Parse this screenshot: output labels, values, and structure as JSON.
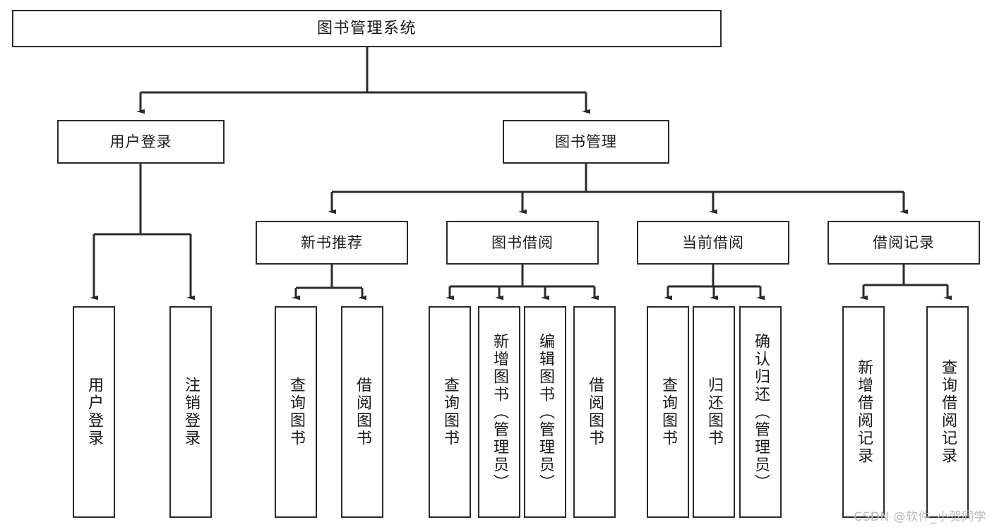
{
  "diagram": {
    "title": "图书管理系统",
    "watermark": "CSDN @软件_小贺同学",
    "levels": {
      "root": "图书管理系统",
      "level2": [
        "用户登录",
        "图书管理"
      ],
      "level3": [
        "新书推荐",
        "图书借阅",
        "当前借阅",
        "借阅记录"
      ]
    },
    "nodes": {
      "root": {
        "label": "图书管理系统"
      },
      "user_login": {
        "label": "用户登录"
      },
      "book_manage": {
        "label": "图书管理"
      },
      "new_book_rec": {
        "label": "新书推荐"
      },
      "book_borrow": {
        "label": "图书借阅"
      },
      "current_borrow": {
        "label": "当前借阅"
      },
      "borrow_record": {
        "label": "借阅记录"
      },
      "leaf_user_login": {
        "label": "用户登录"
      },
      "leaf_logout_login": {
        "label": "注销登录"
      },
      "leaf_query_book_1": {
        "label": "查询图书"
      },
      "leaf_borrow_book_1": {
        "label": "借阅图书"
      },
      "leaf_query_book_2": {
        "label": "查询图书"
      },
      "leaf_add_book_admin": {
        "label": "新增图书（管理员）"
      },
      "leaf_edit_book_admin": {
        "label": "编辑图书（管理员）"
      },
      "leaf_borrow_book_2": {
        "label": "借阅图书"
      },
      "leaf_query_book_3": {
        "label": "查询图书"
      },
      "leaf_return_book": {
        "label": "归还图书"
      },
      "leaf_confirm_return_admin": {
        "label": "确认归还（管理员）"
      },
      "leaf_add_borrow_record": {
        "label": "新增借阅记录"
      },
      "leaf_query_borrow_record": {
        "label": "查询借阅记录"
      }
    },
    "colors": {
      "stroke": "#2b2b2b",
      "fill": "#ffffff",
      "text": "#1a1a1a",
      "watermark": "#b9b9b9"
    }
  }
}
